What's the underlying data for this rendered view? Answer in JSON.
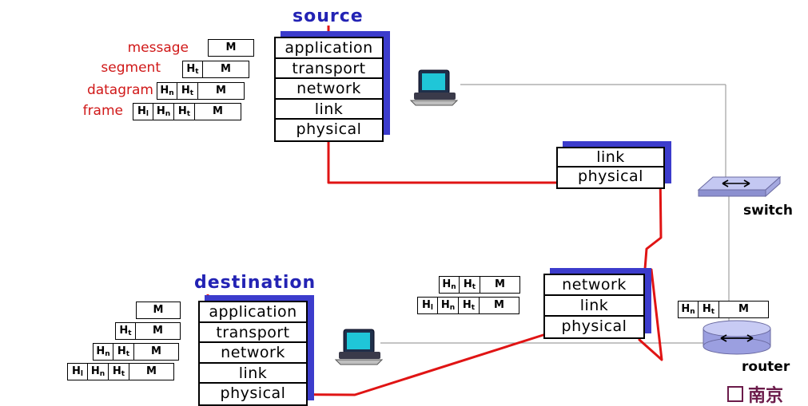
{
  "source": {
    "title": "source",
    "layers": [
      "application",
      "transport",
      "network",
      "link",
      "physical"
    ]
  },
  "destination": {
    "title": "destination",
    "layers": [
      "application",
      "transport",
      "network",
      "link",
      "physical"
    ]
  },
  "switch": {
    "label": "switch",
    "layers": [
      "link",
      "physical"
    ]
  },
  "router": {
    "label": "router",
    "layers": [
      "network",
      "link",
      "physical"
    ]
  },
  "source_pdus": [
    {
      "label": "message",
      "cells": [
        "M"
      ]
    },
    {
      "label": "segment",
      "cells": [
        "Ht",
        "M"
      ]
    },
    {
      "label": "datagram",
      "cells": [
        "Hn",
        "Ht",
        "M"
      ]
    },
    {
      "label": "frame",
      "cells": [
        "Hl",
        "Hn",
        "Ht",
        "M"
      ]
    }
  ],
  "destination_pdus": [
    {
      "cells": [
        "M"
      ]
    },
    {
      "cells": [
        "Ht",
        "M"
      ]
    },
    {
      "cells": [
        "Hn",
        "Ht",
        "M"
      ]
    },
    {
      "cells": [
        "Hl",
        "Hn",
        "Ht",
        "M"
      ]
    }
  ],
  "router_pdus_left": [
    {
      "cells": [
        "Hn",
        "Ht",
        "M"
      ]
    },
    {
      "cells": [
        "Hl",
        "Hn",
        "Ht",
        "M"
      ]
    }
  ],
  "router_pdu_right": {
    "cells": [
      "Hn",
      "Ht",
      "M"
    ]
  },
  "logo": {
    "characters": "南京"
  },
  "colors": {
    "path": "#e01414",
    "stack_shadow": "#3c3ccc",
    "title": "#2323b4",
    "label_red": "#d01818",
    "link_line": "#a0a0a0"
  },
  "icons": {
    "host": "desktop-computer-icon",
    "switch": "switch-icon",
    "router": "router-icon"
  }
}
